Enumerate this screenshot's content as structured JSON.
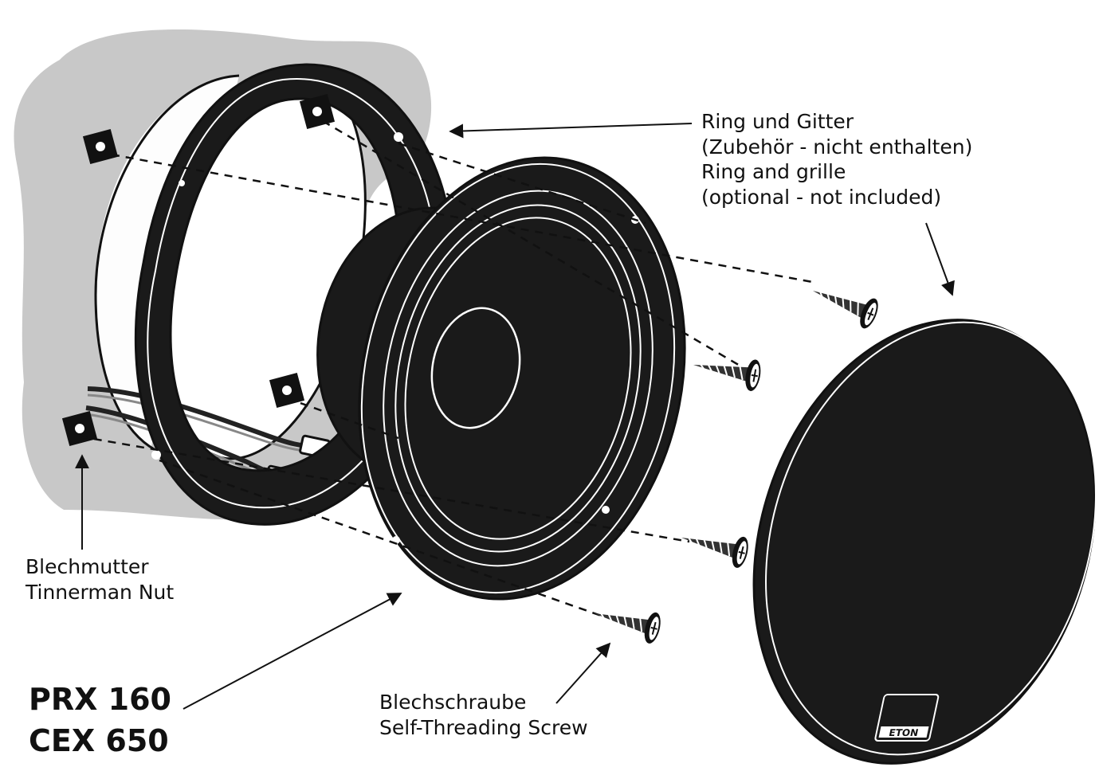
{
  "labels": {
    "ring_grille_de": "Ring und Gitter",
    "ring_grille_de_note": "(Zubehör - nicht enthalten)",
    "ring_grille_en": "Ring and grille",
    "ring_grille_en_note": "(optional - not included)",
    "nut_de": "Blechmutter",
    "nut_en": "Tinnerman Nut",
    "screw_de": "Blechschraube",
    "screw_en": "Self-Threading Screw"
  },
  "models": [
    "PRX 160",
    "CEX 650"
  ],
  "grille_logo": "ETON",
  "colors": {
    "ink": "#111111",
    "panel": "#c8c8c8",
    "part": "#1a1a1a",
    "background": "#ffffff"
  }
}
